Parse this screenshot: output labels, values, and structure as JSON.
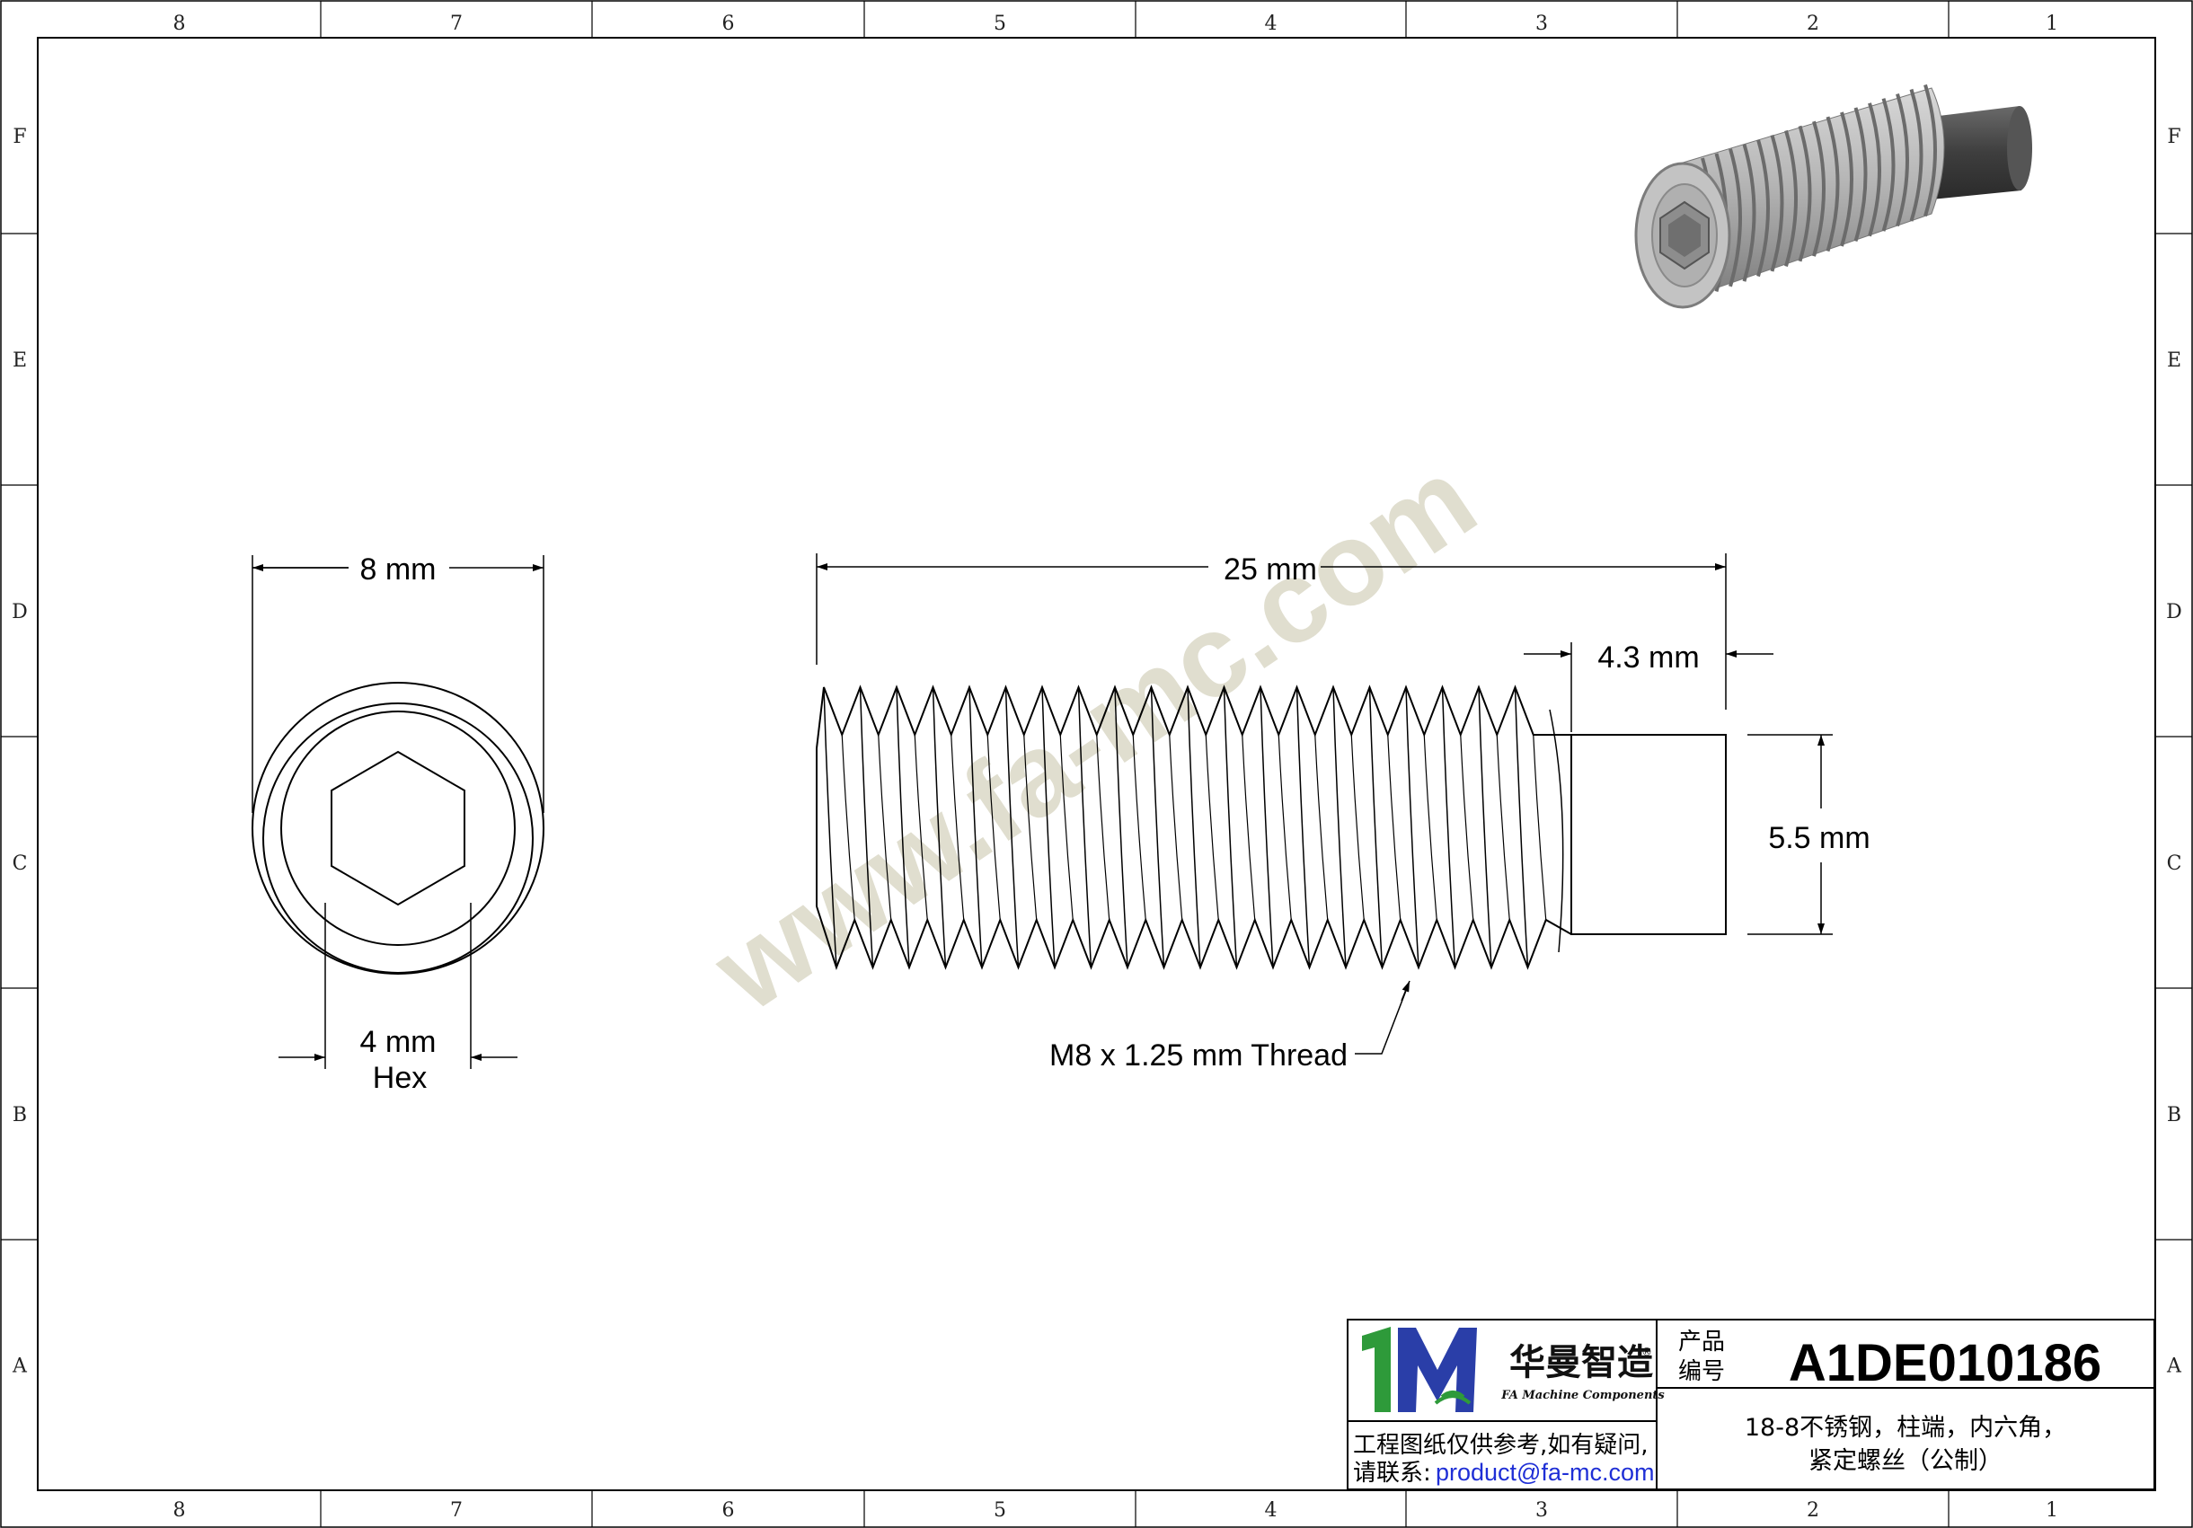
{
  "frame": {
    "columns_top": [
      "8",
      "7",
      "6",
      "5",
      "4",
      "3",
      "2",
      "1"
    ],
    "columns_bottom": [
      "8",
      "7",
      "6",
      "5",
      "4",
      "3",
      "2",
      "1"
    ],
    "rows": [
      "F",
      "E",
      "D",
      "C",
      "B",
      "A"
    ]
  },
  "watermark": "www.fa-mc.com",
  "end_view": {
    "diameter_label": "8 mm",
    "hex_label": "4 mm",
    "hex_sublabel": "Hex"
  },
  "side_view": {
    "length_label": "25 mm",
    "point_length_label": "4.3 mm",
    "point_diameter_label": "5.5 mm",
    "thread_callout": "M8 x 1.25 mm Thread"
  },
  "title_block": {
    "logo_cn": "华曼智造",
    "logo_en": "FA Machine Components",
    "logo_reg": "®",
    "part_label_line1": "产品",
    "part_label_line2": "编号",
    "part_number": "A1DE010186",
    "description_line1": "18-8不锈钢，柱端，内六角，",
    "description_line2": "紧定螺丝（公制）",
    "note_line1": "工程图纸仅供参考,如有疑问,",
    "note_line2_prefix": "请联系:",
    "note_email": "product@fa-mc.com"
  },
  "colors": {
    "line": "#000000",
    "watermark": "#d6d3bf",
    "logo_green": "#2e9a3a",
    "logo_blue": "#2a3ea8",
    "email_blue": "#1f2fd6",
    "render_metal": "#a8a8a8",
    "render_dark": "#4a4a4a"
  }
}
